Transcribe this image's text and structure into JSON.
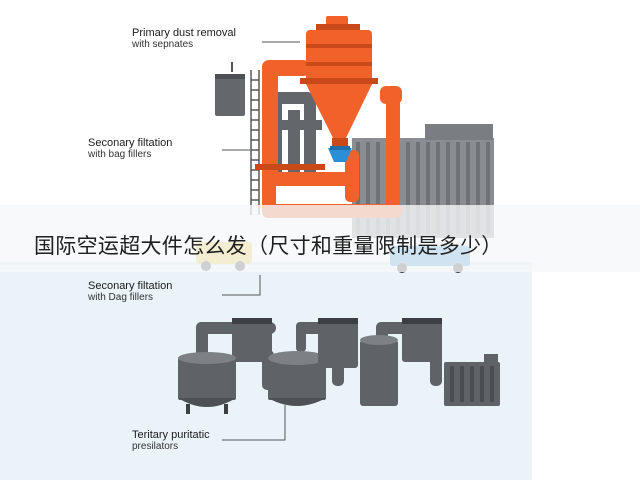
{
  "colors": {
    "orange": "#f0622a",
    "dark_orange": "#c94a18",
    "gray_vessel": "#5f6266",
    "dark_gray": "#3c3f43",
    "steel": "#7d8185",
    "blue": "#2a8fd6",
    "light_blue_panel": "#e9f3f8",
    "banner_bg": "#f5f7f9"
  },
  "labels": {
    "primary": {
      "line1": "Primary dust removal",
      "line2": "with sepnates"
    },
    "secondary_top": {
      "line1": "Seconary filtation",
      "line2": "with bag fillers"
    },
    "secondary_bottom": {
      "line1": "Seconary filtation",
      "line2": "with Dag fillers"
    },
    "tertiary": {
      "line1": "Teritary puritatic",
      "line2": "presilators"
    }
  },
  "banner": {
    "title": "国际空运超大件怎么发（尺寸和重量限制是多少）"
  },
  "icons": [
    "cyclone-separator-icon",
    "bag-filter-icon",
    "truck-icon",
    "tank-icon",
    "ladder-icon"
  ]
}
